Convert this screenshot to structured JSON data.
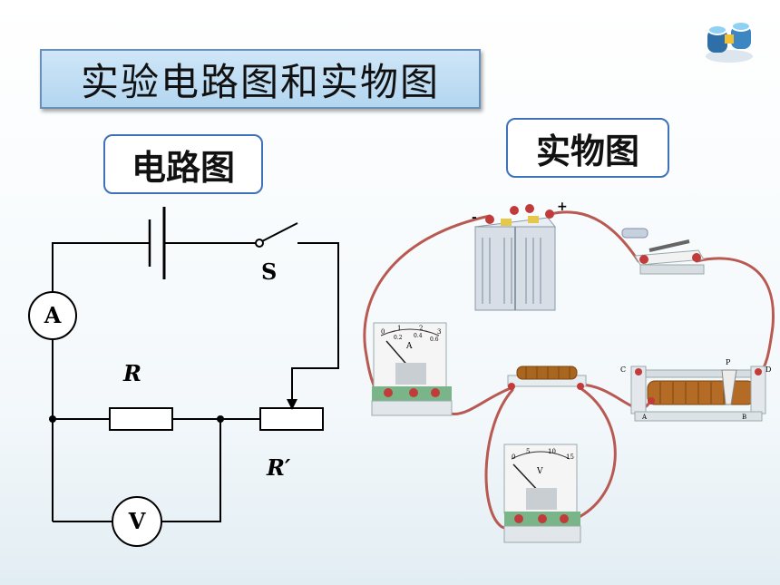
{
  "title": "实验电路图和实物图",
  "circuit_label": "电路图",
  "photo_label": "实物图",
  "circuit": {
    "switch_label": "S",
    "ammeter_label": "A",
    "voltmeter_label": "V",
    "resistor_label": "R",
    "rheostat_label": "R′"
  },
  "apparatus": {
    "battery_minus": "-",
    "battery_plus": "+",
    "ammeter_letter": "A",
    "ammeter_scale": [
      "0",
      "1",
      "2",
      "3",
      "0.2",
      "0.4",
      "0.6"
    ],
    "voltmeter_letter": "V",
    "voltmeter_scale": [
      "0",
      "5",
      "10",
      "15"
    ],
    "rheostat_terminals": [
      "C",
      "P",
      "D",
      "A",
      "B"
    ]
  },
  "colors": {
    "wire": "#b85a52",
    "title_fill": "#bcdcf3",
    "label_border": "#3f72b8"
  }
}
